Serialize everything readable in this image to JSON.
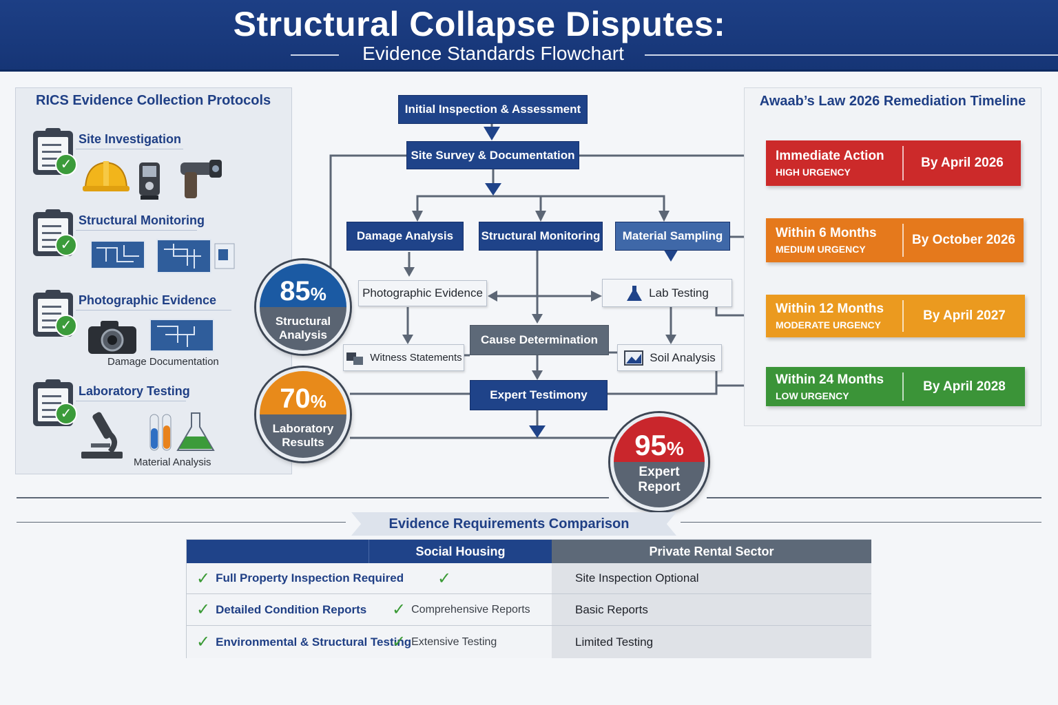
{
  "header": {
    "title": "Structural Collapse Disputes:",
    "subtitle": "Evidence Standards Flowchart"
  },
  "left_panel": {
    "title": "RICS Evidence Collection Protocols",
    "items": [
      {
        "label": "Site Investigation",
        "icons": [
          "clipboard-icon",
          "hard-hat-icon",
          "scanner-icon",
          "laser-meter-icon"
        ]
      },
      {
        "label": "Structural Monitoring",
        "icons": [
          "clipboard-icon",
          "blueprint-icon",
          "blueprint-icon"
        ]
      },
      {
        "label": "Photographic Evidence",
        "caption": "Damage  Documentation",
        "icons": [
          "clipboard-icon",
          "camera-icon",
          "blueprint-icon"
        ]
      },
      {
        "label": "Laboratory Testing",
        "caption": "Material Analysis",
        "icons": [
          "clipboard-icon",
          "microscope-icon",
          "test-tubes-icon",
          "flask-icon"
        ]
      }
    ],
    "check_glyph": "✓"
  },
  "flow": {
    "initial": "Initial Inspection & Assessment",
    "survey": "Site Survey & Documentation",
    "damage": "Damage Analysis",
    "monitoring": "Structural Monitoring",
    "sampling": "Material Sampling",
    "photographic": "Photographic Evidence",
    "lab": "Lab Testing",
    "witness": "Witness Statements",
    "cause": "Cause Determination",
    "soil": "Soil Analysis",
    "expert": "Expert Testimony"
  },
  "stats": [
    {
      "value": "85",
      "unit": "%",
      "label_1": "Structural",
      "label_2": "Analysis",
      "color": "#1b5aa3"
    },
    {
      "value": "70",
      "unit": "%",
      "label_1": "Laboratory",
      "label_2": "Results",
      "color": "#e88a1a"
    },
    {
      "value": "95",
      "unit": "%",
      "label_1": "Expert",
      "label_2": "Report",
      "color": "#c9262c"
    }
  ],
  "timeline": {
    "title": "Awaab’s Law 2026 Remediation Timeline",
    "items": [
      {
        "window": "Immediate Action",
        "urgency": "HIGH URGENCY",
        "deadline": "By April 2026",
        "color": "#cc2a2a"
      },
      {
        "window": "Within 6 Months",
        "urgency": "MEDIUM URGENCY",
        "deadline": "By October 2026",
        "color": "#e5791c"
      },
      {
        "window": "Within 12 Months",
        "urgency": "MODERATE URGENCY",
        "deadline": "By April 2027",
        "color": "#eb9a1f"
      },
      {
        "window": "Within 24 Months",
        "urgency": "LOW URGENCY",
        "deadline": "By April 2028",
        "color": "#3b9438"
      }
    ]
  },
  "comparison": {
    "title": "Evidence Requirements Comparison",
    "headers": {
      "social": "Social Housing",
      "private": "Private Rental Sector"
    },
    "rows": [
      {
        "requirement": "Full Property Inspection Required",
        "social": "",
        "private": "Site Inspection Optional"
      },
      {
        "requirement": "Detailed Condition Reports",
        "social": "Comprehensive Reports",
        "private": "Basic Reports"
      },
      {
        "requirement": "Environmental & Structural Testing",
        "social": "Extensive Testing",
        "private": "Limited Testing"
      }
    ],
    "check_glyph": "✓"
  },
  "colors": {
    "navy": "#1f4389",
    "gray_box": "#5d6978",
    "header_bg": "#1d3f85",
    "connector": "#5c6675"
  }
}
